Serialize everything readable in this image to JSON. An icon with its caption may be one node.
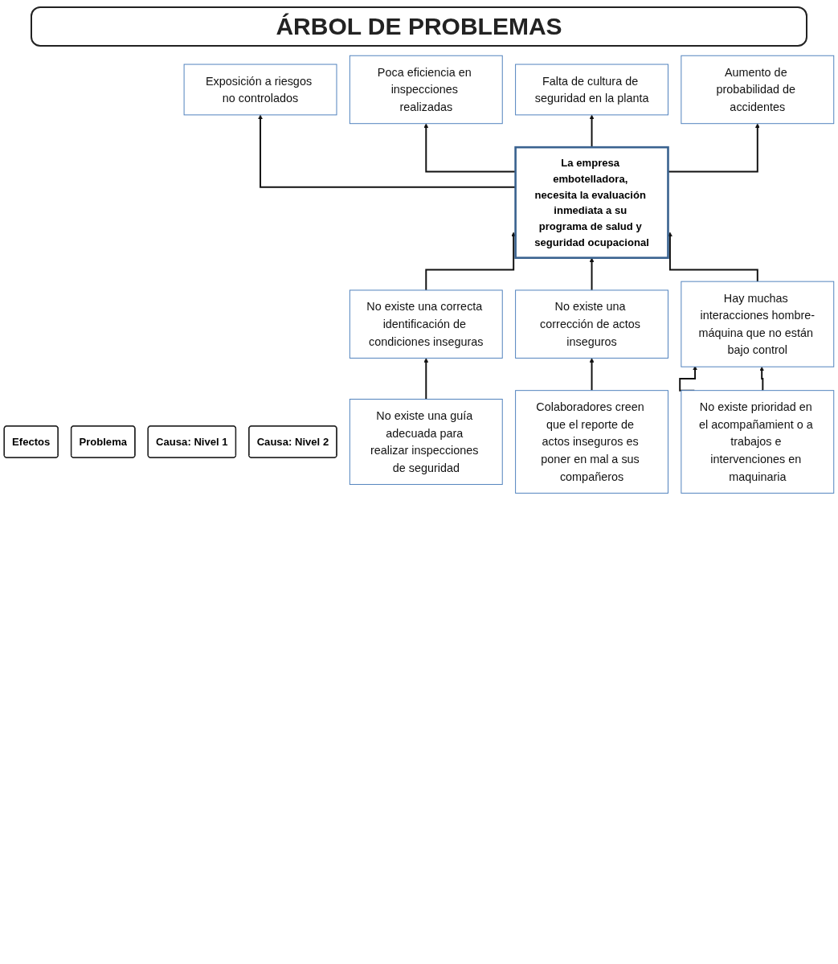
{
  "diagram": {
    "title": "ÁRBOL DE PROBLEMAS",
    "nodes": [
      {
        "text": [
          "Efectos"
        ]
      },
      {
        "text": [
          "Exposición a riesgos no controlados"
        ]
      },
      {
        "text": [
          "Poca eficiencia en inspecciones realizadas"
        ]
      },
      {
        "text": [
          "Falta de cultura de seguridad en la planta"
        ]
      },
      {
        "text": [
          "Aumento de probabilidad de accidentes"
        ]
      },
      {
        "text": [
          "Problema"
        ]
      },
      {
        "text": [
          "La empresa embotelladora, necesita la evaluación inmediata a su programa de salud y seguridad ocupacional"
        ]
      },
      {
        "text": [
          "Causa: Nivel 1"
        ]
      },
      {
        "text": [
          "No existe una correcta identificación de condiciones inseguras"
        ]
      },
      {
        "text": [
          "No existe una corrección de actos inseguros"
        ]
      },
      {
        "text": [
          "Hay muchas interacciones hombre-máquina que no están bajo control"
        ]
      },
      {
        "text": [
          "Causa: Nivel 2"
        ]
      },
      {
        "text": [
          "No existe una guía adecuada para realizar inspecciones de seguridad"
        ]
      },
      {
        "text": [
          "Colaboradores creen que el reporte de actos inseguros es poner en mal a sus compañeros"
        ]
      },
      {
        "text": [
          "No existe prioridad en el acompañamient o a trabajos e intervenciones en maquinaria"
        ]
      }
    ],
    "edges": [
      {
        "from": 6,
        "to": 1,
        "arrow": "to"
      },
      {
        "from": 6,
        "to": 2,
        "arrow": "to"
      },
      {
        "from": 6,
        "to": 3,
        "arrow": "to"
      },
      {
        "from": 6,
        "to": 4,
        "arrow": "to"
      },
      {
        "from": 8,
        "to": 6,
        "arrow": "to"
      },
      {
        "from": 9,
        "to": 6,
        "arrow": "to"
      },
      {
        "from": 10,
        "to": 6,
        "arrow": "to"
      },
      {
        "from": 12,
        "to": 8,
        "arrow": "to"
      },
      {
        "from": 13,
        "to": 9,
        "arrow": "to"
      },
      {
        "from": 14,
        "to": 10,
        "arrow": "to"
      },
      {
        "from": 14,
        "to": 10,
        "arrow": "to"
      }
    ]
  }
}
